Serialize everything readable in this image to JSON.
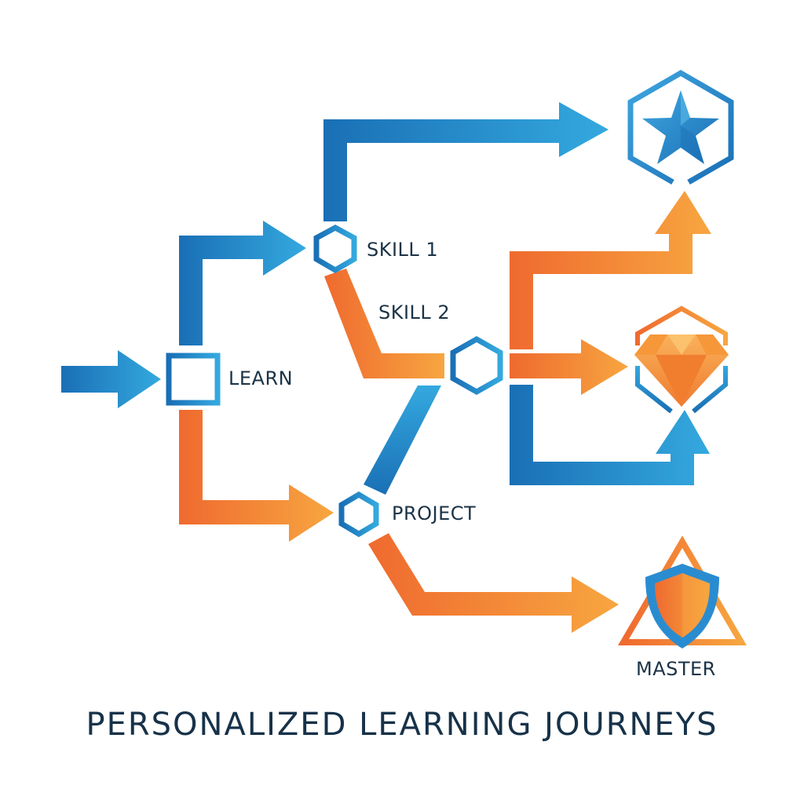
{
  "title": "PERSONALIZED LEARNING JOURNEYS",
  "colors": {
    "blue_dark": "#1a6fb5",
    "blue_light": "#34a9df",
    "orange_dark": "#ef6a2f",
    "orange_light": "#f7a640",
    "text": "#1b3346"
  },
  "nodes": {
    "learn": {
      "label": "LEARN",
      "shape": "square",
      "icon": "square-node-icon"
    },
    "skill1": {
      "label": "SKILL 1",
      "shape": "hexagon",
      "icon": "hexagon-node-icon"
    },
    "skill2": {
      "label": "SKILL 2",
      "shape": "hexagon",
      "icon": "hexagon-node-icon"
    },
    "project": {
      "label": "PROJECT",
      "shape": "hexagon",
      "icon": "hexagon-node-icon"
    },
    "star_goal": {
      "label": "",
      "icon": "star-hexagon-icon"
    },
    "diamond_goal": {
      "label": "",
      "icon": "diamond-hexagon-icon"
    },
    "master": {
      "label": "MASTER",
      "icon": "shield-triangle-icon"
    }
  },
  "edges": [
    {
      "from": "start",
      "to": "learn",
      "color": "blue"
    },
    {
      "from": "learn",
      "to": "skill1",
      "color": "blue"
    },
    {
      "from": "learn",
      "to": "project",
      "color": "orange"
    },
    {
      "from": "skill1",
      "to": "star_goal",
      "color": "blue"
    },
    {
      "from": "skill1",
      "to": "skill2",
      "color": "orange"
    },
    {
      "from": "project",
      "to": "skill2",
      "color": "blue"
    },
    {
      "from": "skill2",
      "to": "star_goal",
      "color": "orange"
    },
    {
      "from": "skill2",
      "to": "diamond_goal",
      "color": "orange"
    },
    {
      "from": "skill2",
      "to": "diamond_goal",
      "color": "blue"
    },
    {
      "from": "project",
      "to": "master",
      "color": "orange"
    }
  ]
}
